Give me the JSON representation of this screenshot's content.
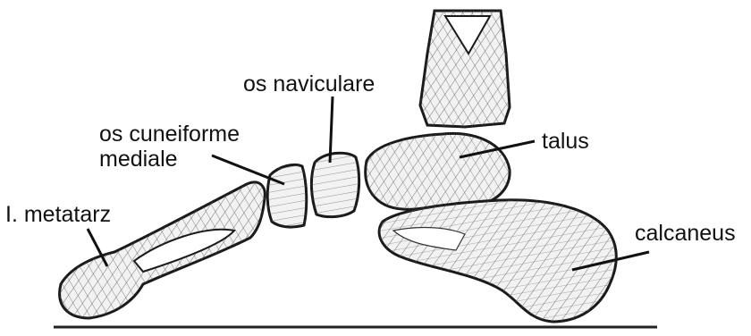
{
  "diagram": {
    "labels": {
      "os_naviculare": "os naviculare",
      "os_cuneiforme_line1": "os cuneiforme",
      "os_cuneiforme_line2": "mediale",
      "talus": "talus",
      "metatarz": "I. metatarz",
      "calcaneus": "calcaneus"
    },
    "colors": {
      "background": "#ffffff",
      "outline": "#1a1a1a",
      "bone_fill": "#f2f2f2",
      "trabecula": "#555555",
      "leader": "#111111"
    }
  }
}
